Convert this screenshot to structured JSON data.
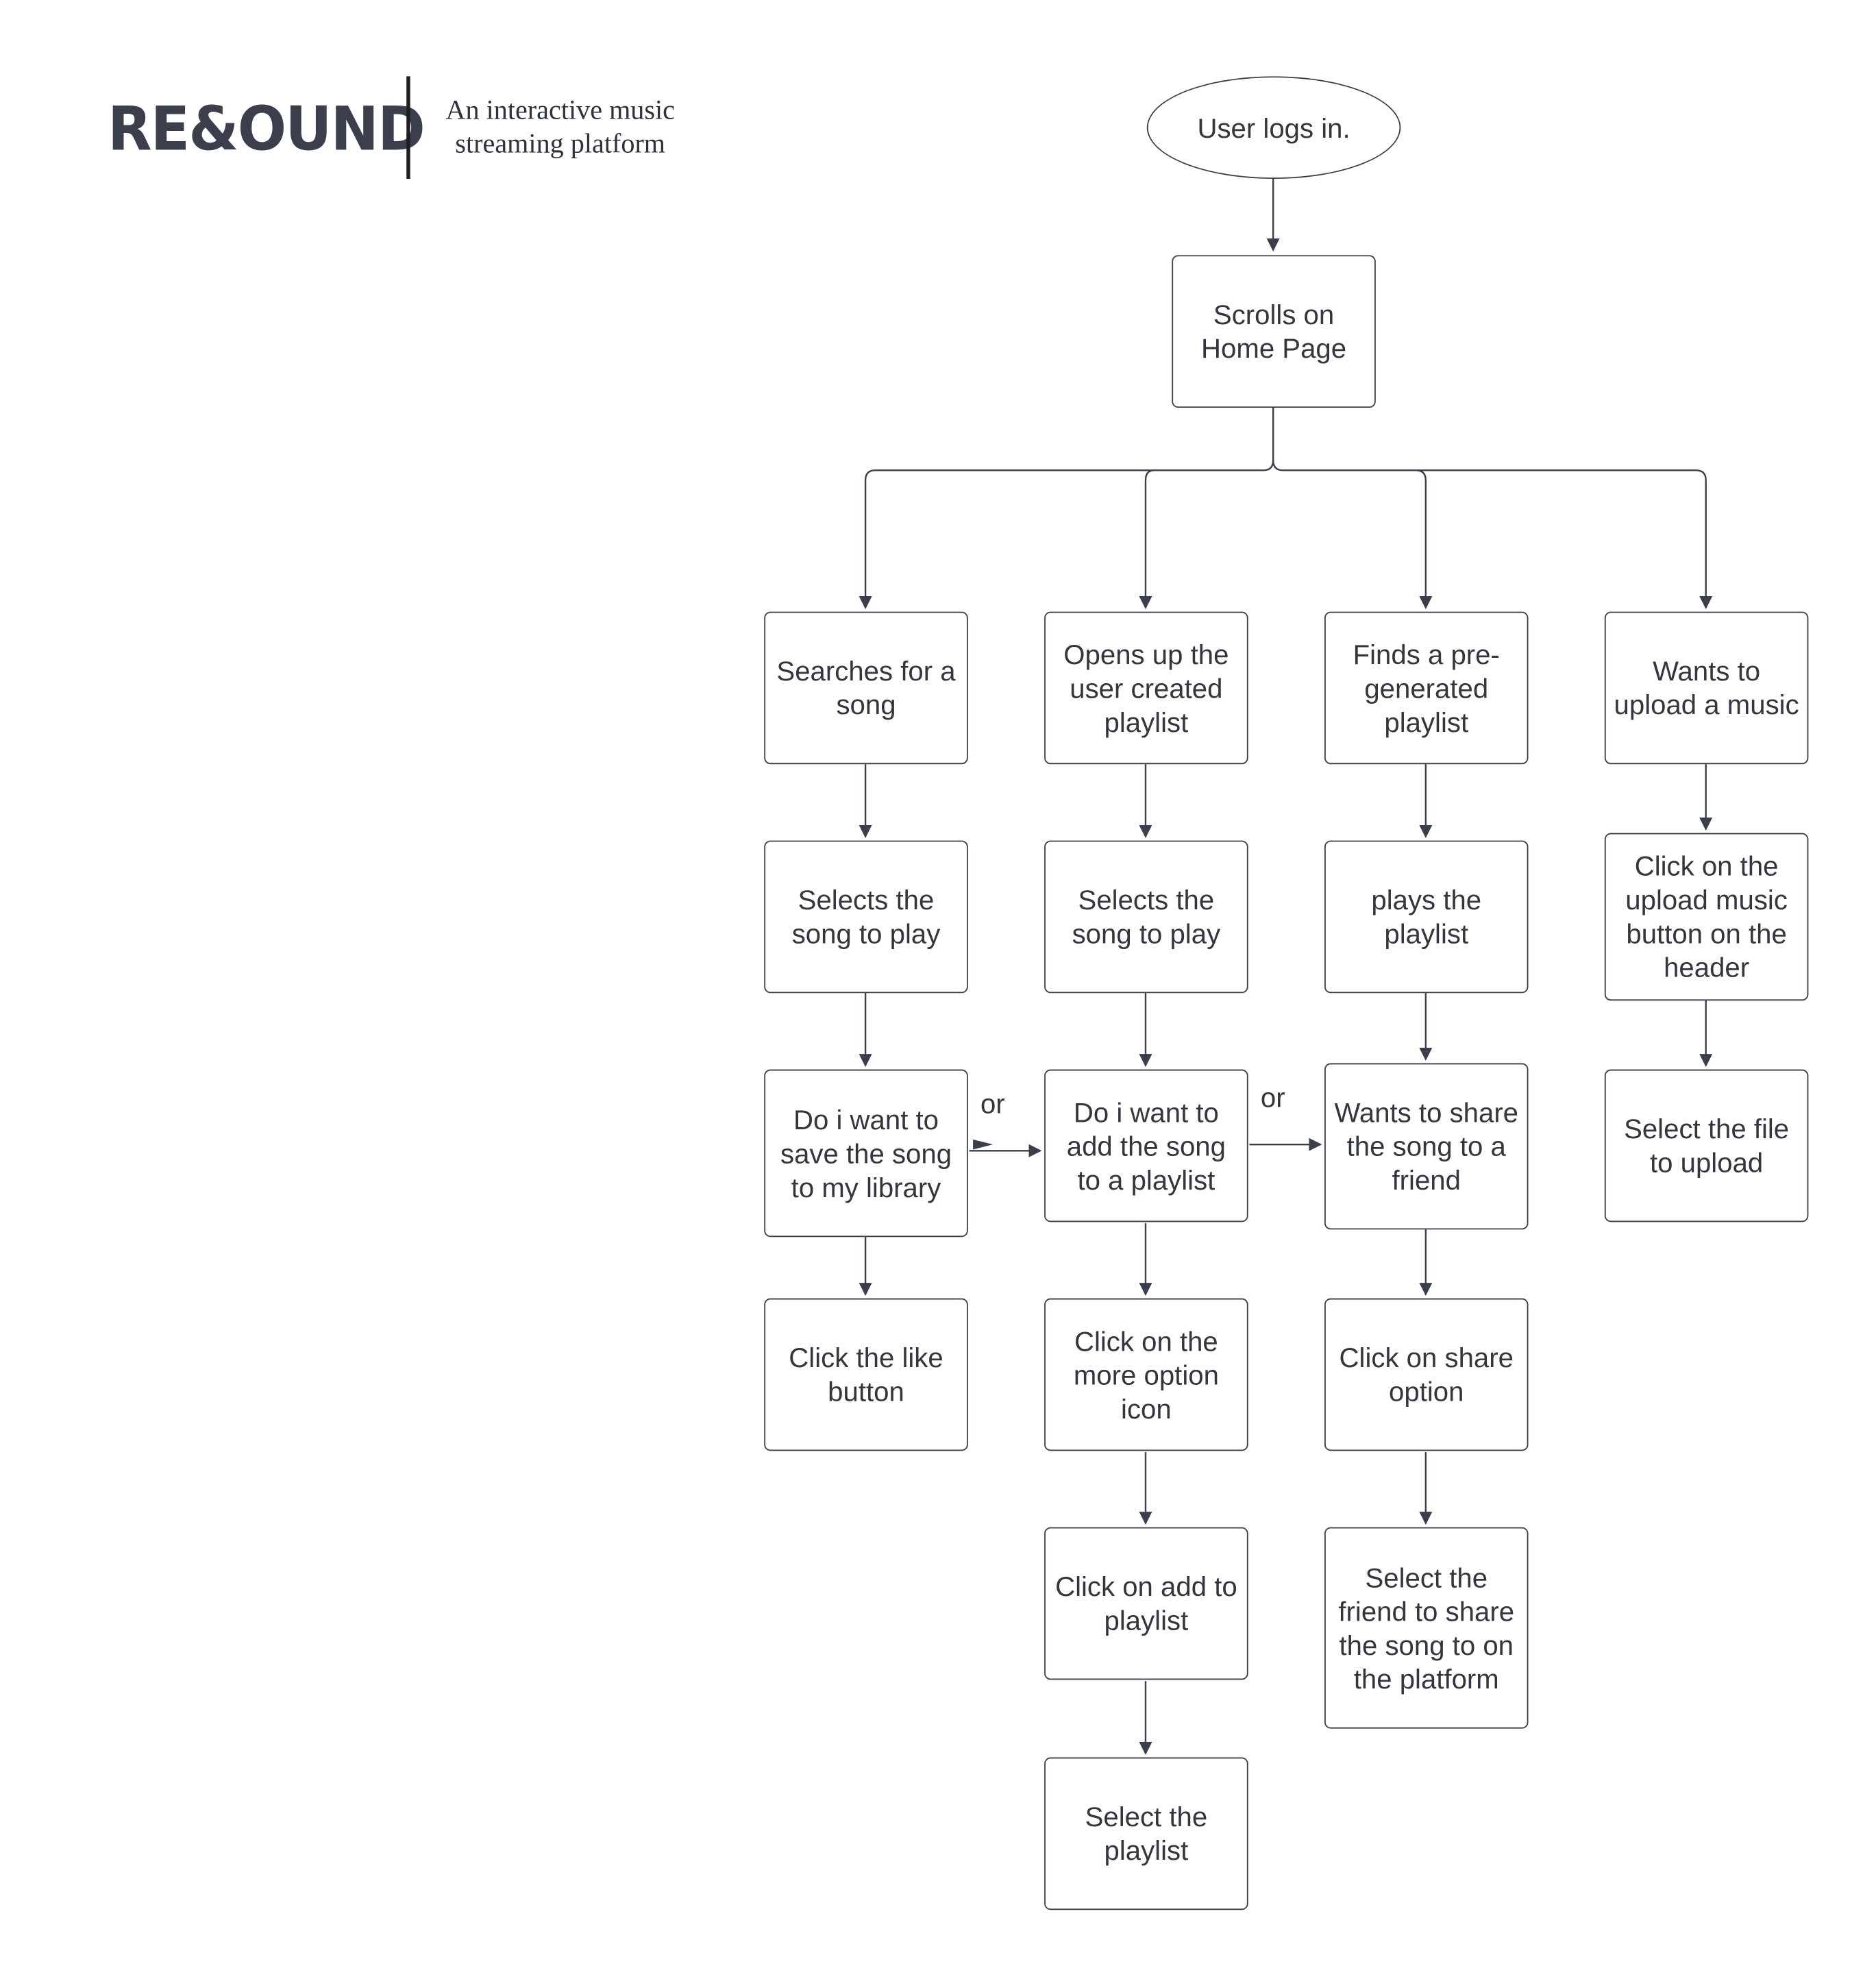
{
  "header": {
    "logo_text": "RE&OUND",
    "tagline": "An interactive music streaming platform"
  },
  "nodes": {
    "start": "User logs in.",
    "home": "Scrolls on Home Page",
    "search": "Searches for a song",
    "user_playlist": "Opens up the user created playlist",
    "pregen_playlist": "Finds a pre-generated playlist",
    "upload": "Wants to upload a music",
    "select_song_1": "Selects the song to play",
    "select_song_2": "Selects the song to play",
    "plays_playlist": "plays the playlist",
    "click_upload": "Click on the upload music button on the header",
    "save_library": "Do i want to save the song to my library",
    "add_playlist": "Do i want to add the song to a playlist",
    "share_friend": "Wants to share the song to a friend",
    "select_file": "Select the file to upload",
    "like_button": "Click the like button",
    "more_option": "Click on the more option icon",
    "share_option": "Click on share option",
    "add_to_playlist": "Click on add to playlist",
    "select_friend": "Select the friend to share the song to on the platform",
    "select_playlist": "Select the playlist"
  },
  "edge_labels": {
    "or_1": "or",
    "or_2": "or"
  }
}
